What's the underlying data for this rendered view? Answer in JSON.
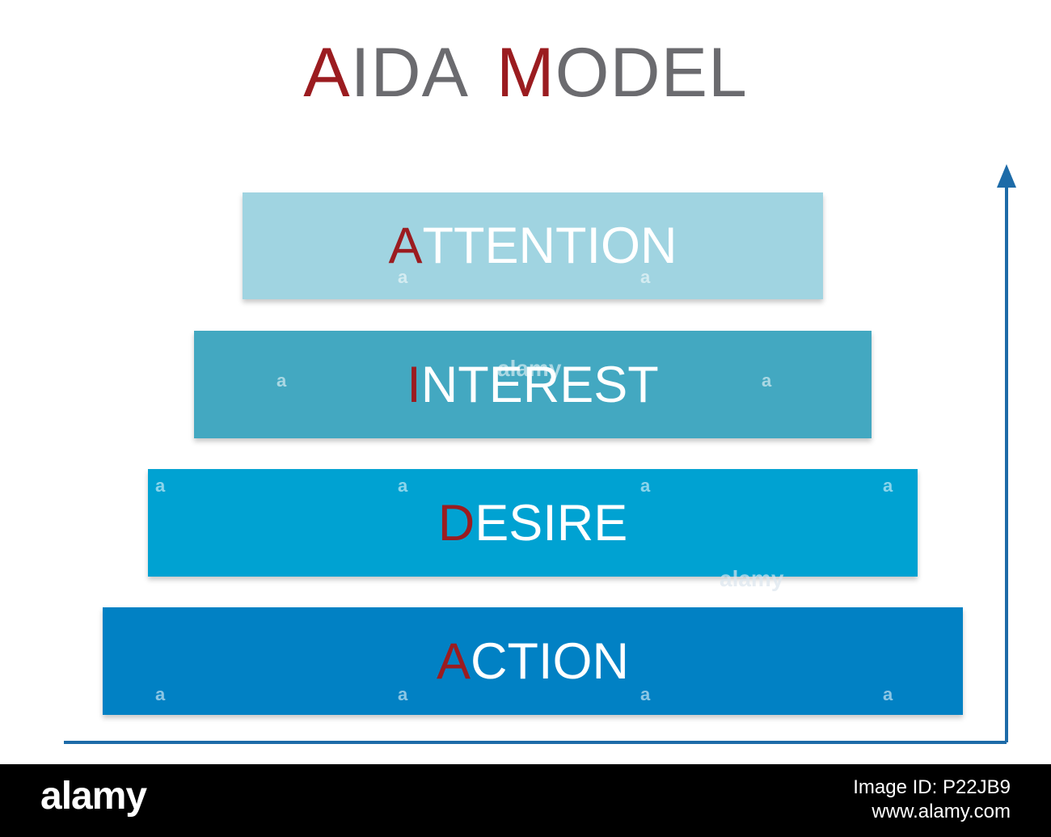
{
  "title": {
    "initial_1": "A",
    "rest_1": "IDA",
    "initial_2": "M",
    "rest_2": "ODEL",
    "initial_color": "#9b1c20",
    "rest_color": "#6b6b6f"
  },
  "stages": [
    {
      "initial": "A",
      "rest": "TTENTION",
      "color": "#a0d4e1"
    },
    {
      "initial": "I",
      "rest": "NTEREST",
      "color": "#43a8c1"
    },
    {
      "initial": "D",
      "rest": "ESIRE",
      "color": "#00a2d2"
    },
    {
      "initial": "A",
      "rest": "CTION",
      "color": "#0181c4"
    }
  ],
  "initial_color": "#9b1c20",
  "axis_color": "#1d6ba8",
  "watermark": {
    "mark": "a",
    "word": "alamy"
  },
  "footer": {
    "logo": "alamy",
    "image_id": "Image ID: P22JB9",
    "site": "www.alamy.com"
  }
}
